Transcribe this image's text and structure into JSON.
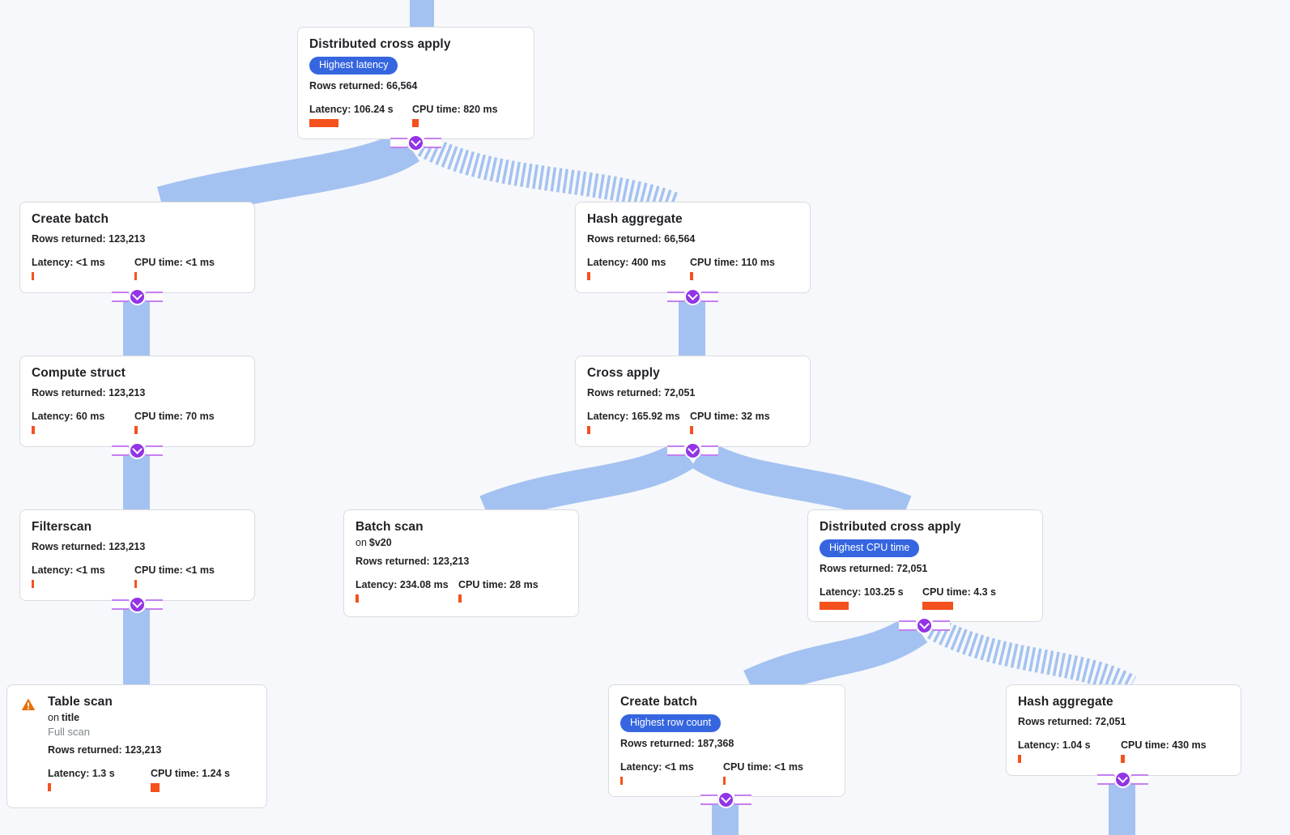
{
  "theme": {
    "background": "#f7f8fb",
    "card_border": "#d9dbde",
    "connector": "#a3c2f1",
    "bar_color": "#f4511e",
    "badge_bg": "#3566e0",
    "expander_bg": "#9334e6",
    "expander_lines": "#c47ff2",
    "warning_orange": "#e8710a",
    "muted_text": "#80868b"
  },
  "nodes": [
    {
      "title": "Distributed cross apply",
      "badge": "Highest latency",
      "rows": "Rows returned: 66,564",
      "latency": "Latency: 106.24 s",
      "cpu": "CPU time: 820 ms",
      "bars": {
        "latency": "36px",
        "cpu": "8px"
      }
    },
    {
      "title": "Create batch",
      "rows": "Rows returned: 123,213",
      "latency": "Latency: <1 ms",
      "cpu": "CPU time: <1 ms",
      "bars": {
        "latency": "3px",
        "cpu": "3px"
      }
    },
    {
      "title": "Hash aggregate",
      "rows": "Rows returned: 66,564",
      "latency": "Latency: 400 ms",
      "cpu": "CPU time: 110 ms",
      "bars": {
        "latency": "4px",
        "cpu": "4px"
      }
    },
    {
      "title": "Compute struct",
      "rows": "Rows returned: 123,213",
      "latency": "Latency: 60 ms",
      "cpu": "CPU time: 70 ms",
      "bars": {
        "latency": "4px",
        "cpu": "4px"
      }
    },
    {
      "title": "Cross apply",
      "rows": "Rows returned: 72,051",
      "latency": "Latency: 165.92 ms",
      "cpu": "CPU time: 32 ms",
      "bars": {
        "latency": "4px",
        "cpu": "4px"
      }
    },
    {
      "title": "Filterscan",
      "rows": "Rows returned: 123,213",
      "latency": "Latency: <1 ms",
      "cpu": "CPU time: <1 ms",
      "bars": {
        "latency": "3px",
        "cpu": "3px"
      }
    },
    {
      "title": "Batch scan",
      "on_prefix": "on",
      "on_target": "$v20",
      "rows": "Rows returned: 123,213",
      "latency": "Latency: 234.08 ms",
      "cpu": "CPU time: 28 ms",
      "bars": {
        "latency": "4px",
        "cpu": "4px"
      }
    },
    {
      "title": "Distributed cross apply",
      "badge": "Highest CPU time",
      "rows": "Rows returned: 72,051",
      "latency": "Latency: 103.25 s",
      "cpu": "CPU time: 4.3 s",
      "bars": {
        "latency": "36px",
        "cpu": "38px"
      }
    },
    {
      "title": "Table scan",
      "on_prefix": "on",
      "on_target": "title",
      "scan_note": "Full scan",
      "rows": "Rows returned: 123,213",
      "latency": "Latency: 1.3 s",
      "cpu": "CPU time: 1.24 s",
      "bars": {
        "latency": "4px",
        "cpu": "11px"
      }
    },
    {
      "title": "Create batch",
      "badge": "Highest row count",
      "rows": "Rows returned: 187,368",
      "latency": "Latency: <1 ms",
      "cpu": "CPU time: <1 ms",
      "bars": {
        "latency": "3px",
        "cpu": "3px"
      }
    },
    {
      "title": "Hash aggregate",
      "rows": "Rows returned: 72,051",
      "latency": "Latency: 1.04 s",
      "cpu": "CPU time: 430 ms",
      "bars": {
        "latency": "4px",
        "cpu": "5px"
      }
    }
  ]
}
